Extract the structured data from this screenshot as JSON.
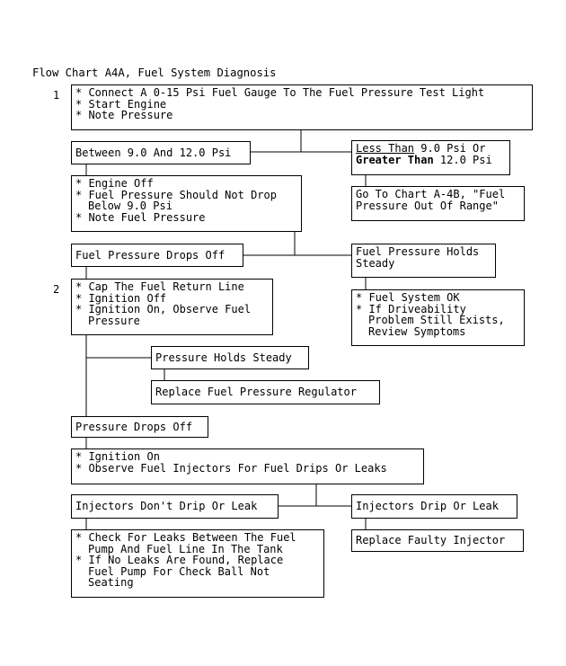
{
  "title": "Flow Chart A4A, Fuel System Diagnosis",
  "steps": {
    "s1": "1",
    "s2": "2"
  },
  "boxes": {
    "b1": [
      "* Connect A 0-15 Psi Fuel Gauge To The Fuel Pressure Test Light",
      "* Start Engine",
      "* Note Pressure"
    ],
    "between": "Between 9.0 And 12.0 Psi",
    "less_than": {
      "part1": "Less Than",
      "part2": " 9.0 Psi Or",
      "part3": "Greater Than",
      "part4": " 12.0 Psi"
    },
    "b3": [
      "* Engine Off",
      "* Fuel Pressure Should Not Drop",
      "Below 9.0 Psi",
      "* Note Fuel Pressure"
    ],
    "goto": [
      "Go To Chart A-4B, \"Fuel",
      "Pressure Out Of Range\""
    ],
    "drops_off": "Fuel Pressure Drops Off",
    "holds_steady": [
      "Fuel Pressure Holds",
      "Steady"
    ],
    "b2": [
      "* Cap The Fuel Return Line",
      "* Ignition Off",
      "* Ignition On, Observe Fuel",
      "Pressure"
    ],
    "ok": [
      "* Fuel System OK",
      "* If Driveability",
      "Problem Still Exists,",
      "Review Symptoms"
    ],
    "pressure_holds": "Pressure Holds Steady",
    "replace_reg": "Replace Fuel Pressure Regulator",
    "pressure_drops": "Pressure Drops Off",
    "observe": [
      "* Ignition On",
      "* Observe Fuel Injectors For Fuel Drips Or Leaks"
    ],
    "no_drip": "Injectors Don't Drip Or Leak",
    "drip": "Injectors Drip Or Leak",
    "replace_inj": "Replace Faulty Injector",
    "check": [
      "* Check For Leaks Between The Fuel",
      "Pump And Fuel Line In The Tank",
      "* If No Leaks Are Found, Replace",
      "Fuel Pump For Check Ball Not",
      "Seating"
    ]
  }
}
